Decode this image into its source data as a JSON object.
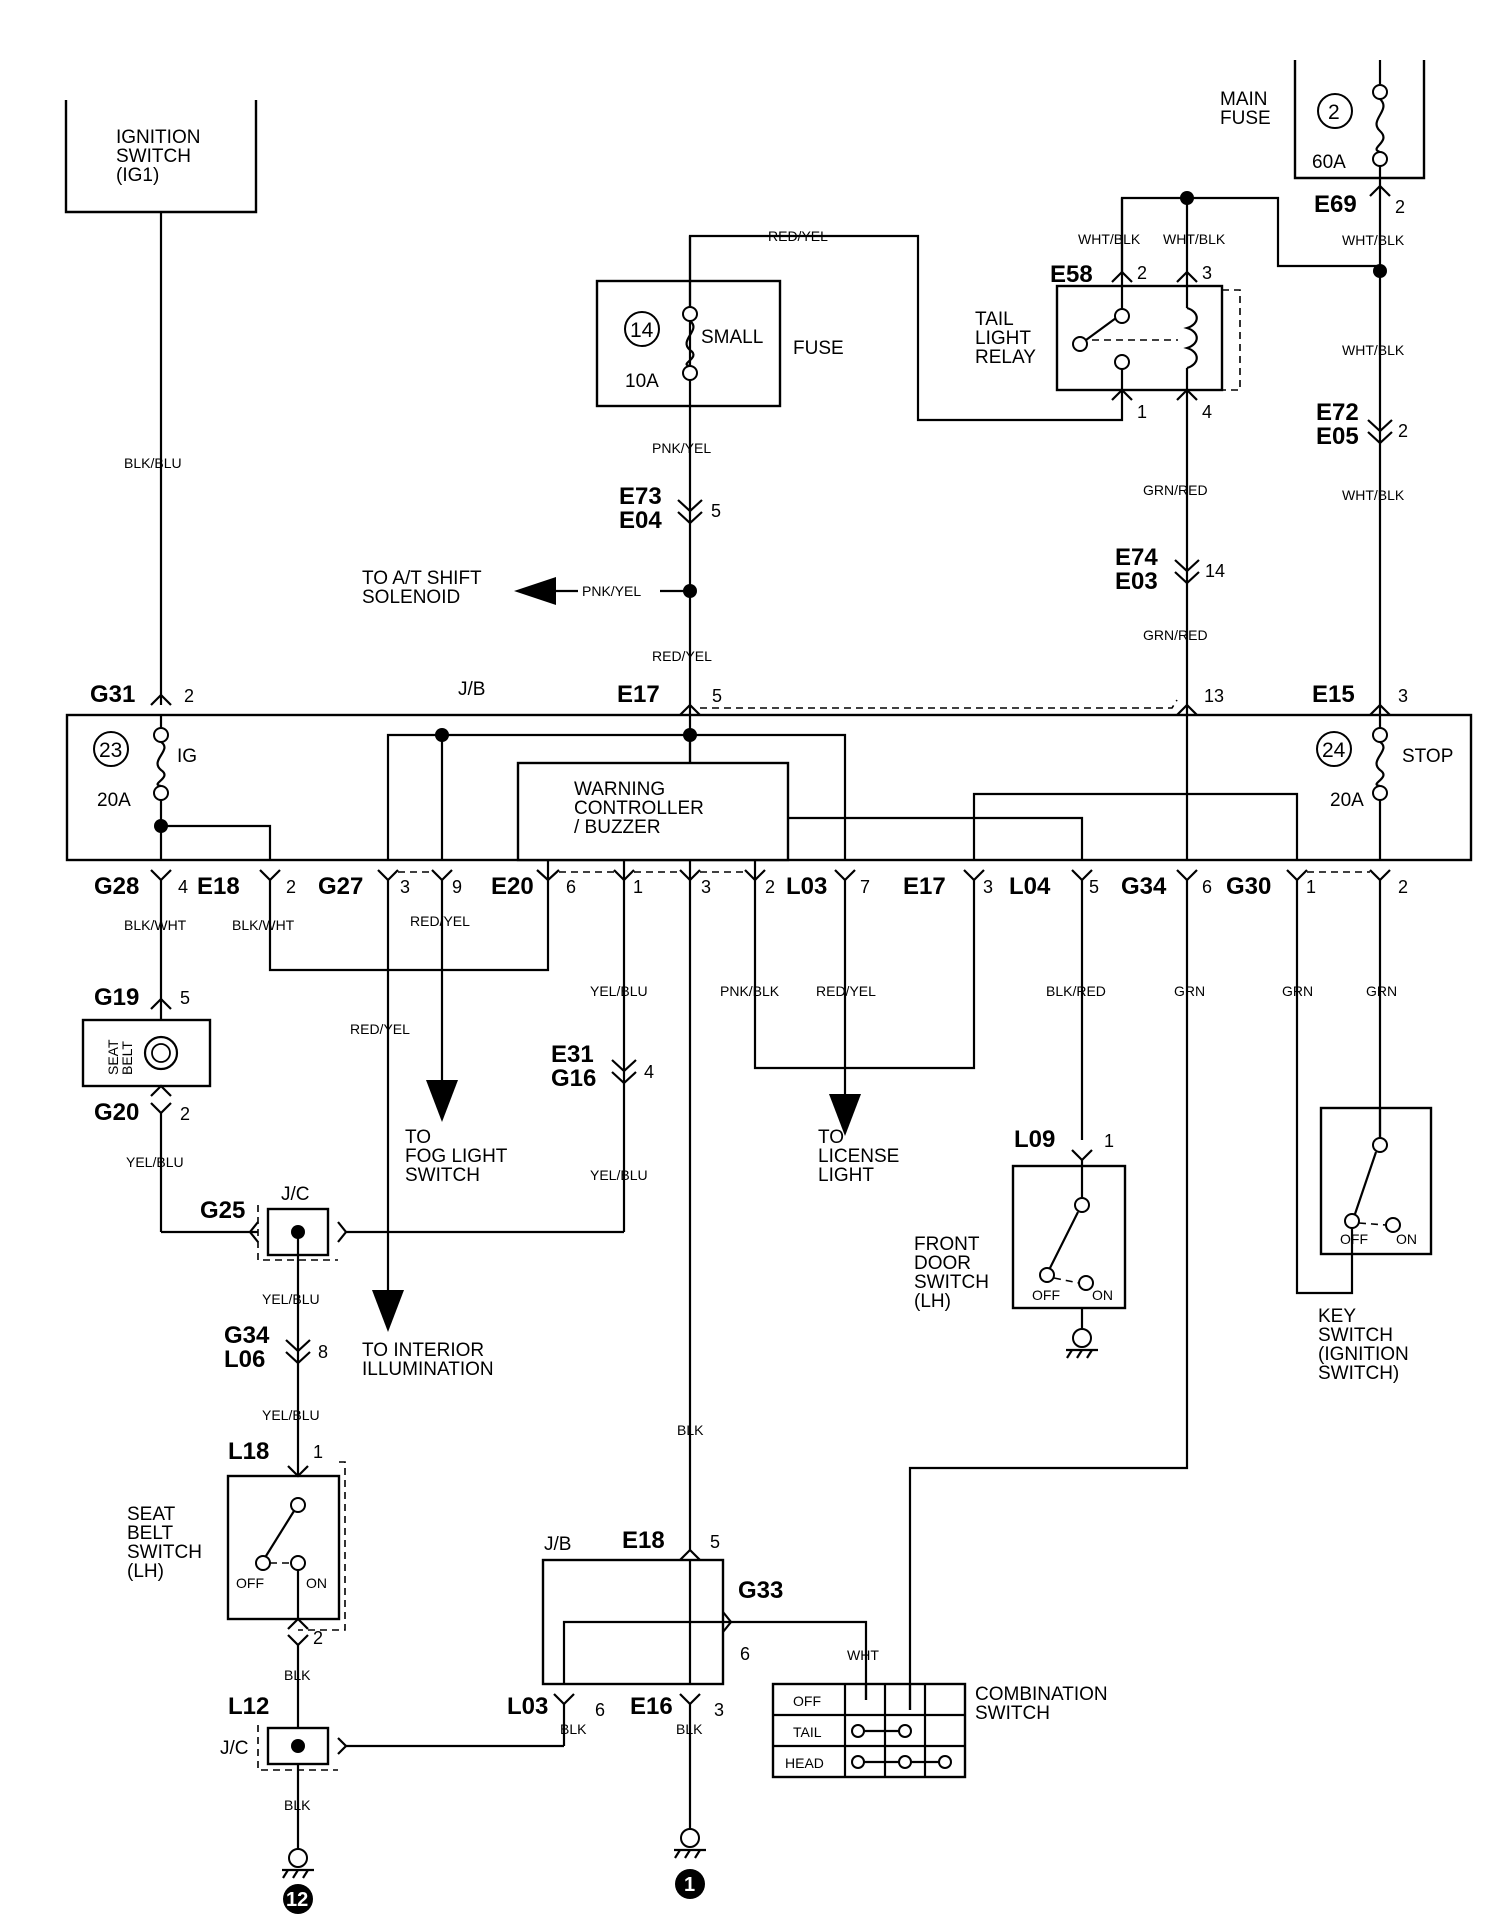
{
  "components": {
    "ignition_switch": "IGNITION\nSWITCH\n(IG1)",
    "main_fuse": "MAIN\nFUSE",
    "main_fuse_num": "2",
    "main_fuse_amp": "60A",
    "small_fuse_num": "14",
    "small_fuse_name": "SMALL",
    "small_fuse_word": "FUSE",
    "small_fuse_amp": "10A",
    "tail_light_relay": "TAIL\nLIGHT\nRELAY",
    "jb_top": "J/B",
    "ig_fuse_num": "23",
    "ig_fuse_name": "IG",
    "ig_fuse_amp": "20A",
    "stop_fuse_num": "24",
    "stop_fuse_name": "STOP",
    "stop_fuse_amp": "20A",
    "warning_controller": "WARNING\nCONTROLLER\n/ BUZZER",
    "to_at_shift": "TO A/T SHIFT\nSOLENOID",
    "to_fog_light": "TO\nFOG LIGHT\nSWITCH",
    "to_license_light": "TO\nLICENSE\nLIGHT",
    "to_interior": "TO INTERIOR\nILLUMINATION",
    "seat_belt_ind": "SEAT\nBELT",
    "jc_g25": "J/C",
    "seat_belt_switch": "SEAT\nBELT\nSWITCH\n(LH)",
    "front_door_switch": "FRONT\nDOOR\nSWITCH\n(LH)",
    "key_switch": "KEY\nSWITCH\n(IGNITION\nSWITCH)",
    "jb_bottom": "J/B",
    "jc_l12": "J/C",
    "combination_switch": "COMBINATION\nSWITCH",
    "combo_off": "OFF",
    "combo_tail": "TAIL",
    "combo_head": "HEAD",
    "sw_off": "OFF",
    "sw_on": "ON",
    "ground_1": "1",
    "ground_12": "12"
  },
  "connectors": {
    "e69": "E69",
    "e58": "E58",
    "e72_e05": "E72\nE05",
    "e73_e04": "E73\nE04",
    "e74_e03": "E74\nE03",
    "g31": "G31",
    "e17_top": "E17",
    "e15": "E15",
    "g28": "G28",
    "e18_left": "E18",
    "g27": "G27",
    "e20": "E20",
    "l03_top": "L03",
    "e17_bot": "E17",
    "l04": "L04",
    "g34": "G34",
    "g30": "G30",
    "g19": "G19",
    "g20": "G20",
    "g25": "G25",
    "e31_g16": "E31\nG16",
    "g34_l06": "G34\nL06",
    "l09": "L09",
    "l18": "L18",
    "l12": "L12",
    "e18_bot": "E18",
    "g33": "G33",
    "l03_bot": "L03",
    "e16": "E16"
  },
  "pins": {
    "e69": "2",
    "e58_a": "2",
    "e58_b": "3",
    "relay_1": "1",
    "relay_4": "4",
    "e72": "2",
    "e73": "5",
    "e74": "14",
    "g31": "2",
    "e17_top": "5",
    "jb_13": "13",
    "e15": "3",
    "g28": "4",
    "e18_left": "2",
    "g27": "3",
    "g27_9": "9",
    "e20": "6",
    "p1": "1",
    "p3": "3",
    "p2": "2",
    "l03_top": "7",
    "e17_bot": "3",
    "l04": "5",
    "g34": "6",
    "g30": "1",
    "g30_2": "2",
    "g19": "5",
    "g20": "2",
    "e31": "4",
    "g34_l06": "8",
    "l09": "1",
    "l18_1": "1",
    "l18_2": "2",
    "e18_bot": "5",
    "g33": "6",
    "l03_bot": "6",
    "e16": "3"
  },
  "wires": {
    "blk_blu": "BLK/BLU",
    "red_yel_top": "RED/YEL",
    "wht_blk_1": "WHT/BLK",
    "wht_blk_2": "WHT/BLK",
    "wht_blk_3": "WHT/BLK",
    "wht_blk_4": "WHT/BLK",
    "wht_blk_5": "WHT/BLK",
    "pnk_yel_1": "PNK/YEL",
    "pnk_yel_2": "PNK/YEL",
    "red_yel_2": "RED/YEL",
    "grn_red_1": "GRN/RED",
    "grn_red_2": "GRN/RED",
    "blk_wht_1": "BLK/WHT",
    "blk_wht_2": "BLK/WHT",
    "red_yel_3": "RED/YEL",
    "red_yel_4": "RED/YEL",
    "red_yel_5": "RED/YEL",
    "yel_blu_1": "YEL/BLU",
    "yel_blu_2": "YEL/BLU",
    "yel_blu_3": "YEL/BLU",
    "yel_blu_4": "YEL/BLU",
    "yel_blu_5": "YEL/BLU",
    "pnk_blk": "PNK/BLK",
    "blk_red": "BLK/RED",
    "grn_1": "GRN",
    "grn_2": "GRN",
    "grn_3": "GRN",
    "blk_1": "BLK",
    "blk_2": "BLK",
    "blk_3": "BLK",
    "blk_4": "BLK",
    "blk_5": "BLK",
    "wht": "WHT"
  }
}
